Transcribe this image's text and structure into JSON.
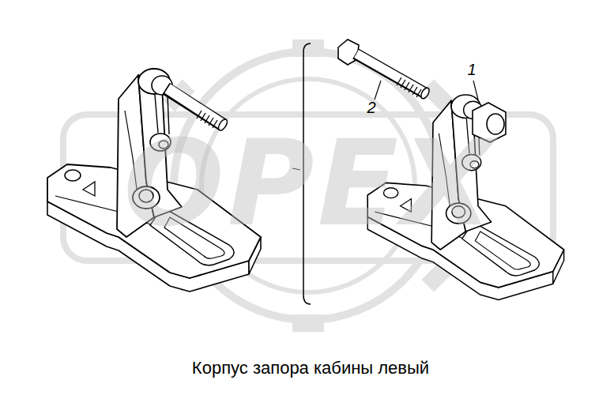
{
  "diagram": {
    "caption": "Корпус запора кабины левый",
    "labels": [
      "1",
      "2",
      "OPEX"
    ]
  }
}
